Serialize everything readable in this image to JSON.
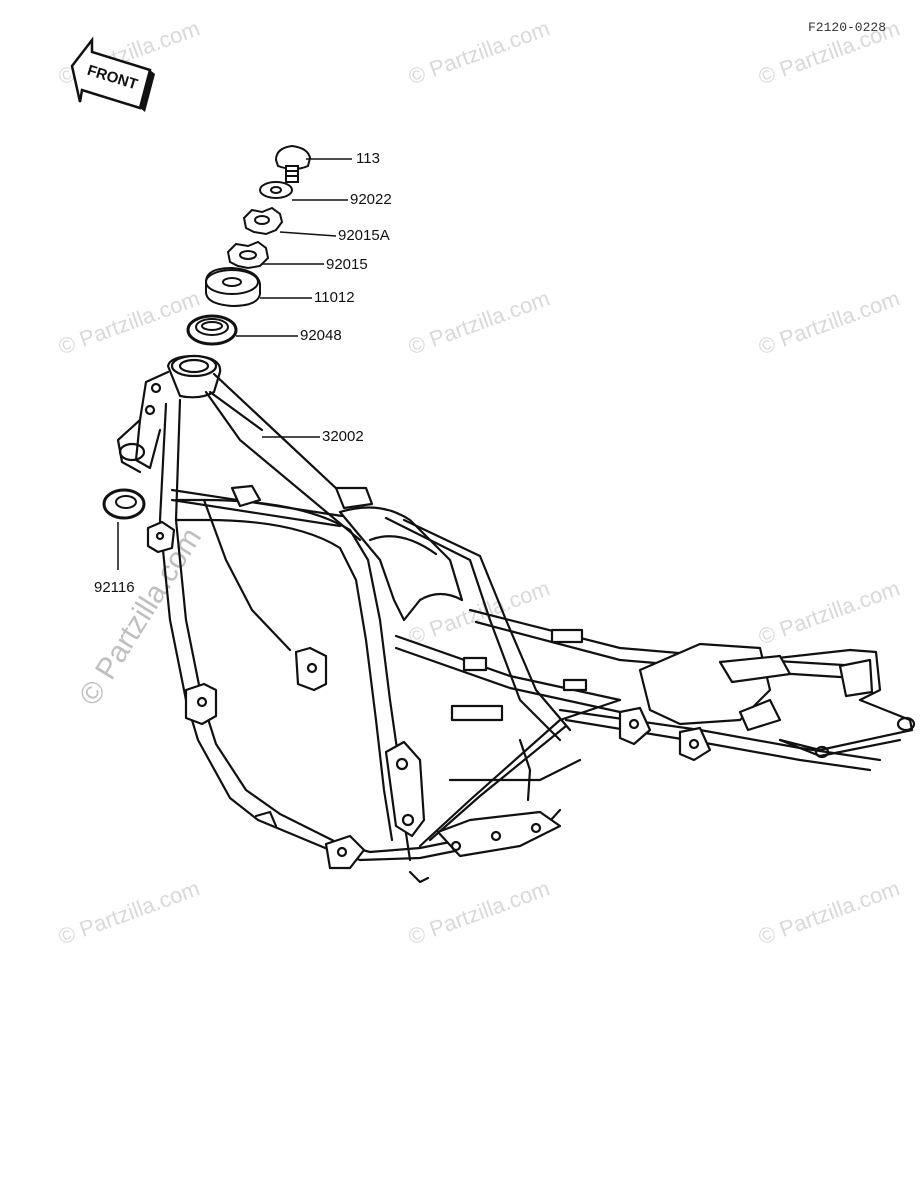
{
  "diagram_code": "F2120-0228",
  "front_label": "FRONT",
  "watermark_text": "© Partzilla.com",
  "parts": [
    {
      "ref": "113"
    },
    {
      "ref": "92022"
    },
    {
      "ref": "92015A"
    },
    {
      "ref": "92015"
    },
    {
      "ref": "11012"
    },
    {
      "ref": "92048"
    },
    {
      "ref": "32002"
    },
    {
      "ref": "92116"
    }
  ]
}
